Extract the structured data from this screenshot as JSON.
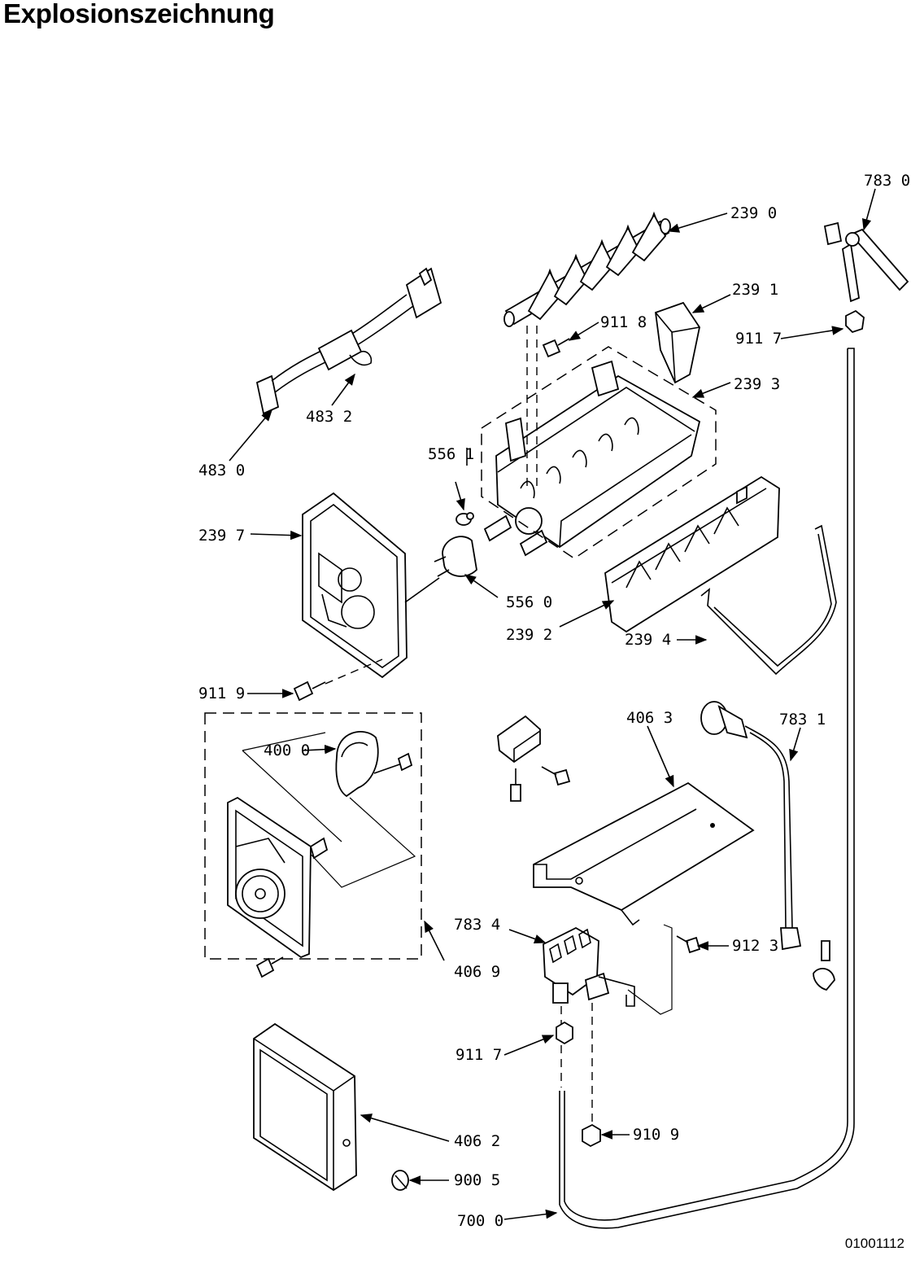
{
  "header": {
    "title": "Explosionszeichnung"
  },
  "footer": {
    "code": "01001112"
  },
  "callouts": [
    {
      "id": "c-783-0a",
      "label": "783  0"
    },
    {
      "id": "c-239-0",
      "label": "239  0"
    },
    {
      "id": "c-239-1",
      "label": "239  1"
    },
    {
      "id": "c-911-8",
      "label": "911  8"
    },
    {
      "id": "c-911-7a",
      "label": "911  7"
    },
    {
      "id": "c-239-3",
      "label": "239  3"
    },
    {
      "id": "c-483-2",
      "label": "483  2"
    },
    {
      "id": "c-483-0",
      "label": "483  0"
    },
    {
      "id": "c-556-1",
      "label": "556  1"
    },
    {
      "id": "c-239-7",
      "label": "239  7"
    },
    {
      "id": "c-556-0",
      "label": "556  0"
    },
    {
      "id": "c-239-2",
      "label": "239  2"
    },
    {
      "id": "c-239-4",
      "label": "239  4"
    },
    {
      "id": "c-911-9",
      "label": "911  9"
    },
    {
      "id": "c-406-3",
      "label": "406  3"
    },
    {
      "id": "c-783-1",
      "label": "783  1"
    },
    {
      "id": "c-400-0",
      "label": "400  0"
    },
    {
      "id": "c-783-4",
      "label": "783  4"
    },
    {
      "id": "c-912-3",
      "label": "912  3"
    },
    {
      "id": "c-406-9",
      "label": "406  9"
    },
    {
      "id": "c-911-7b",
      "label": "911  7"
    },
    {
      "id": "c-406-2",
      "label": "406  2"
    },
    {
      "id": "c-910-9",
      "label": "910  9"
    },
    {
      "id": "c-900-5",
      "label": "900  5"
    },
    {
      "id": "c-700-0",
      "label": "700  0"
    }
  ]
}
